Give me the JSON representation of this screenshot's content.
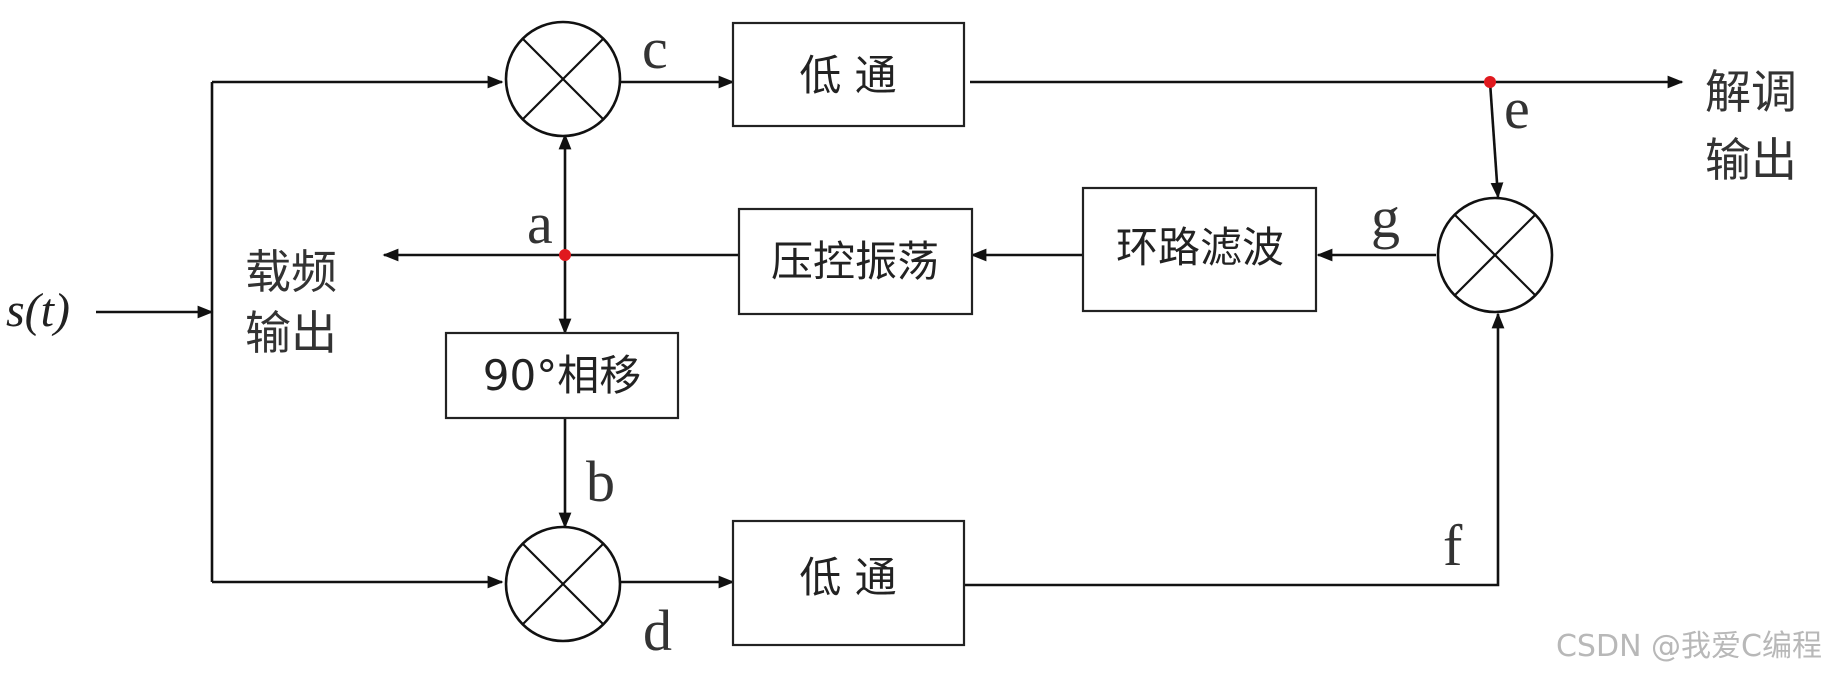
{
  "input": {
    "label": "s(t)"
  },
  "blocks": {
    "lowpass_top": "低 通",
    "lowpass_bottom": "低 通",
    "vco": "压控振荡",
    "loop_filter": "环路滤波",
    "phase_shift": "90°相移"
  },
  "outputs": {
    "carrier_line1": "载频",
    "carrier_line2": "输出",
    "demod_line1": "解调",
    "demod_line2": "输出"
  },
  "nodes": {
    "a": "a",
    "b": "b",
    "c": "c",
    "d": "d",
    "e": "e",
    "f": "f",
    "g": "g"
  },
  "watermark": "CSDN @我爱C编程",
  "colors": {
    "line": "#111111",
    "junction": "#e0191e",
    "text": "#333333",
    "watermark": "#b8b8b8"
  }
}
